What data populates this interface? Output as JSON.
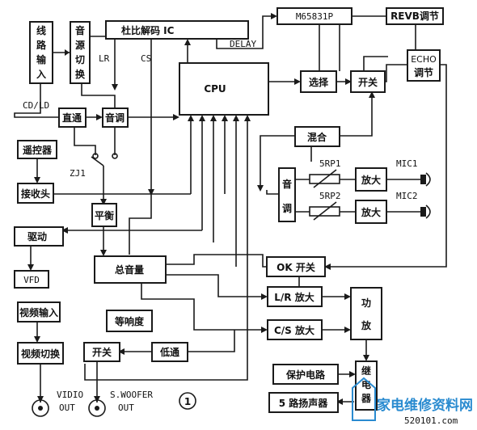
{
  "diagram": {
    "figure_number": "1",
    "blocks": {
      "line_input": [
        "线",
        "路",
        "输",
        "入"
      ],
      "source_switch": [
        "音",
        "源",
        "切",
        "换"
      ],
      "dolby_decoder": "杜比解码  IC",
      "m65831p": "M65831P",
      "revb": "REVB调节",
      "echo": [
        "ECHO",
        "调节"
      ],
      "cpu": "CPU",
      "select": "选择",
      "switch1": "开关",
      "bypass": "直通",
      "tone": "音调",
      "remote": "遥控器",
      "receiver": "接收头",
      "mix": "混合",
      "tone2": [
        "音",
        "调"
      ],
      "amp1": "放大",
      "amp2": "放大",
      "balance": "平衡",
      "driver": "驱动",
      "vfd": "VFD",
      "master_volume": "总音量",
      "ok_switch": "OK 开关",
      "lr_amp": "L/R 放大",
      "cs_amp": "C/S 放大",
      "power_amp": [
        "功",
        "放"
      ],
      "video_input": "视频输入",
      "loudness": "等响度",
      "video_switch": "视频切换",
      "switch2": "开关",
      "lowpass": "低通",
      "protect": "保护电路",
      "relay": [
        "继",
        "电",
        "器"
      ],
      "speakers": "5 路扬声器"
    },
    "labels": {
      "lr": "LR",
      "cs": "CS",
      "delay": "DELAY",
      "cd_ld": "CD/LD",
      "zj1": "ZJ1",
      "rp1": "5RP1",
      "rp2": "5RP2",
      "mic1": "MIC1",
      "mic2": "MIC2",
      "video_out": [
        "VIDIO",
        "OUT"
      ],
      "woofer_out": [
        "S.WOOFER",
        "OUT"
      ]
    },
    "watermark": {
      "text": "家电维修资料网",
      "url": "520101.com"
    }
  }
}
